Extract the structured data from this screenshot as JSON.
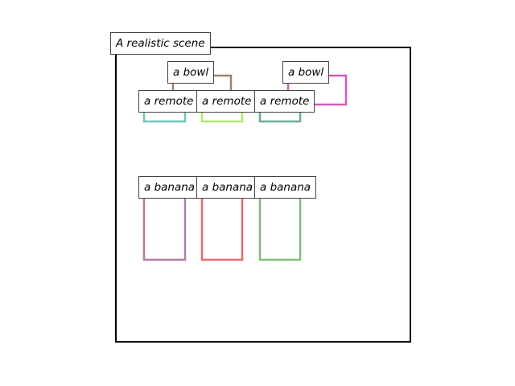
{
  "scene_title": "A realistic scene",
  "objects": [
    {
      "label": "a bowl",
      "color": "#a0806e"
    },
    {
      "label": "a bowl",
      "color": "#d45bb8"
    },
    {
      "label": "a remote",
      "color": "#6cc8b8"
    },
    {
      "label": "a remote",
      "color": "#b2ea70"
    },
    {
      "label": "a remote",
      "color": "#6aac90"
    },
    {
      "label": "a banana",
      "color": "#b47aa6"
    },
    {
      "label": "a banana",
      "color": "#e86a6a"
    },
    {
      "label": "a banana",
      "color": "#7ebd78"
    }
  ],
  "frame_color": "#000000"
}
